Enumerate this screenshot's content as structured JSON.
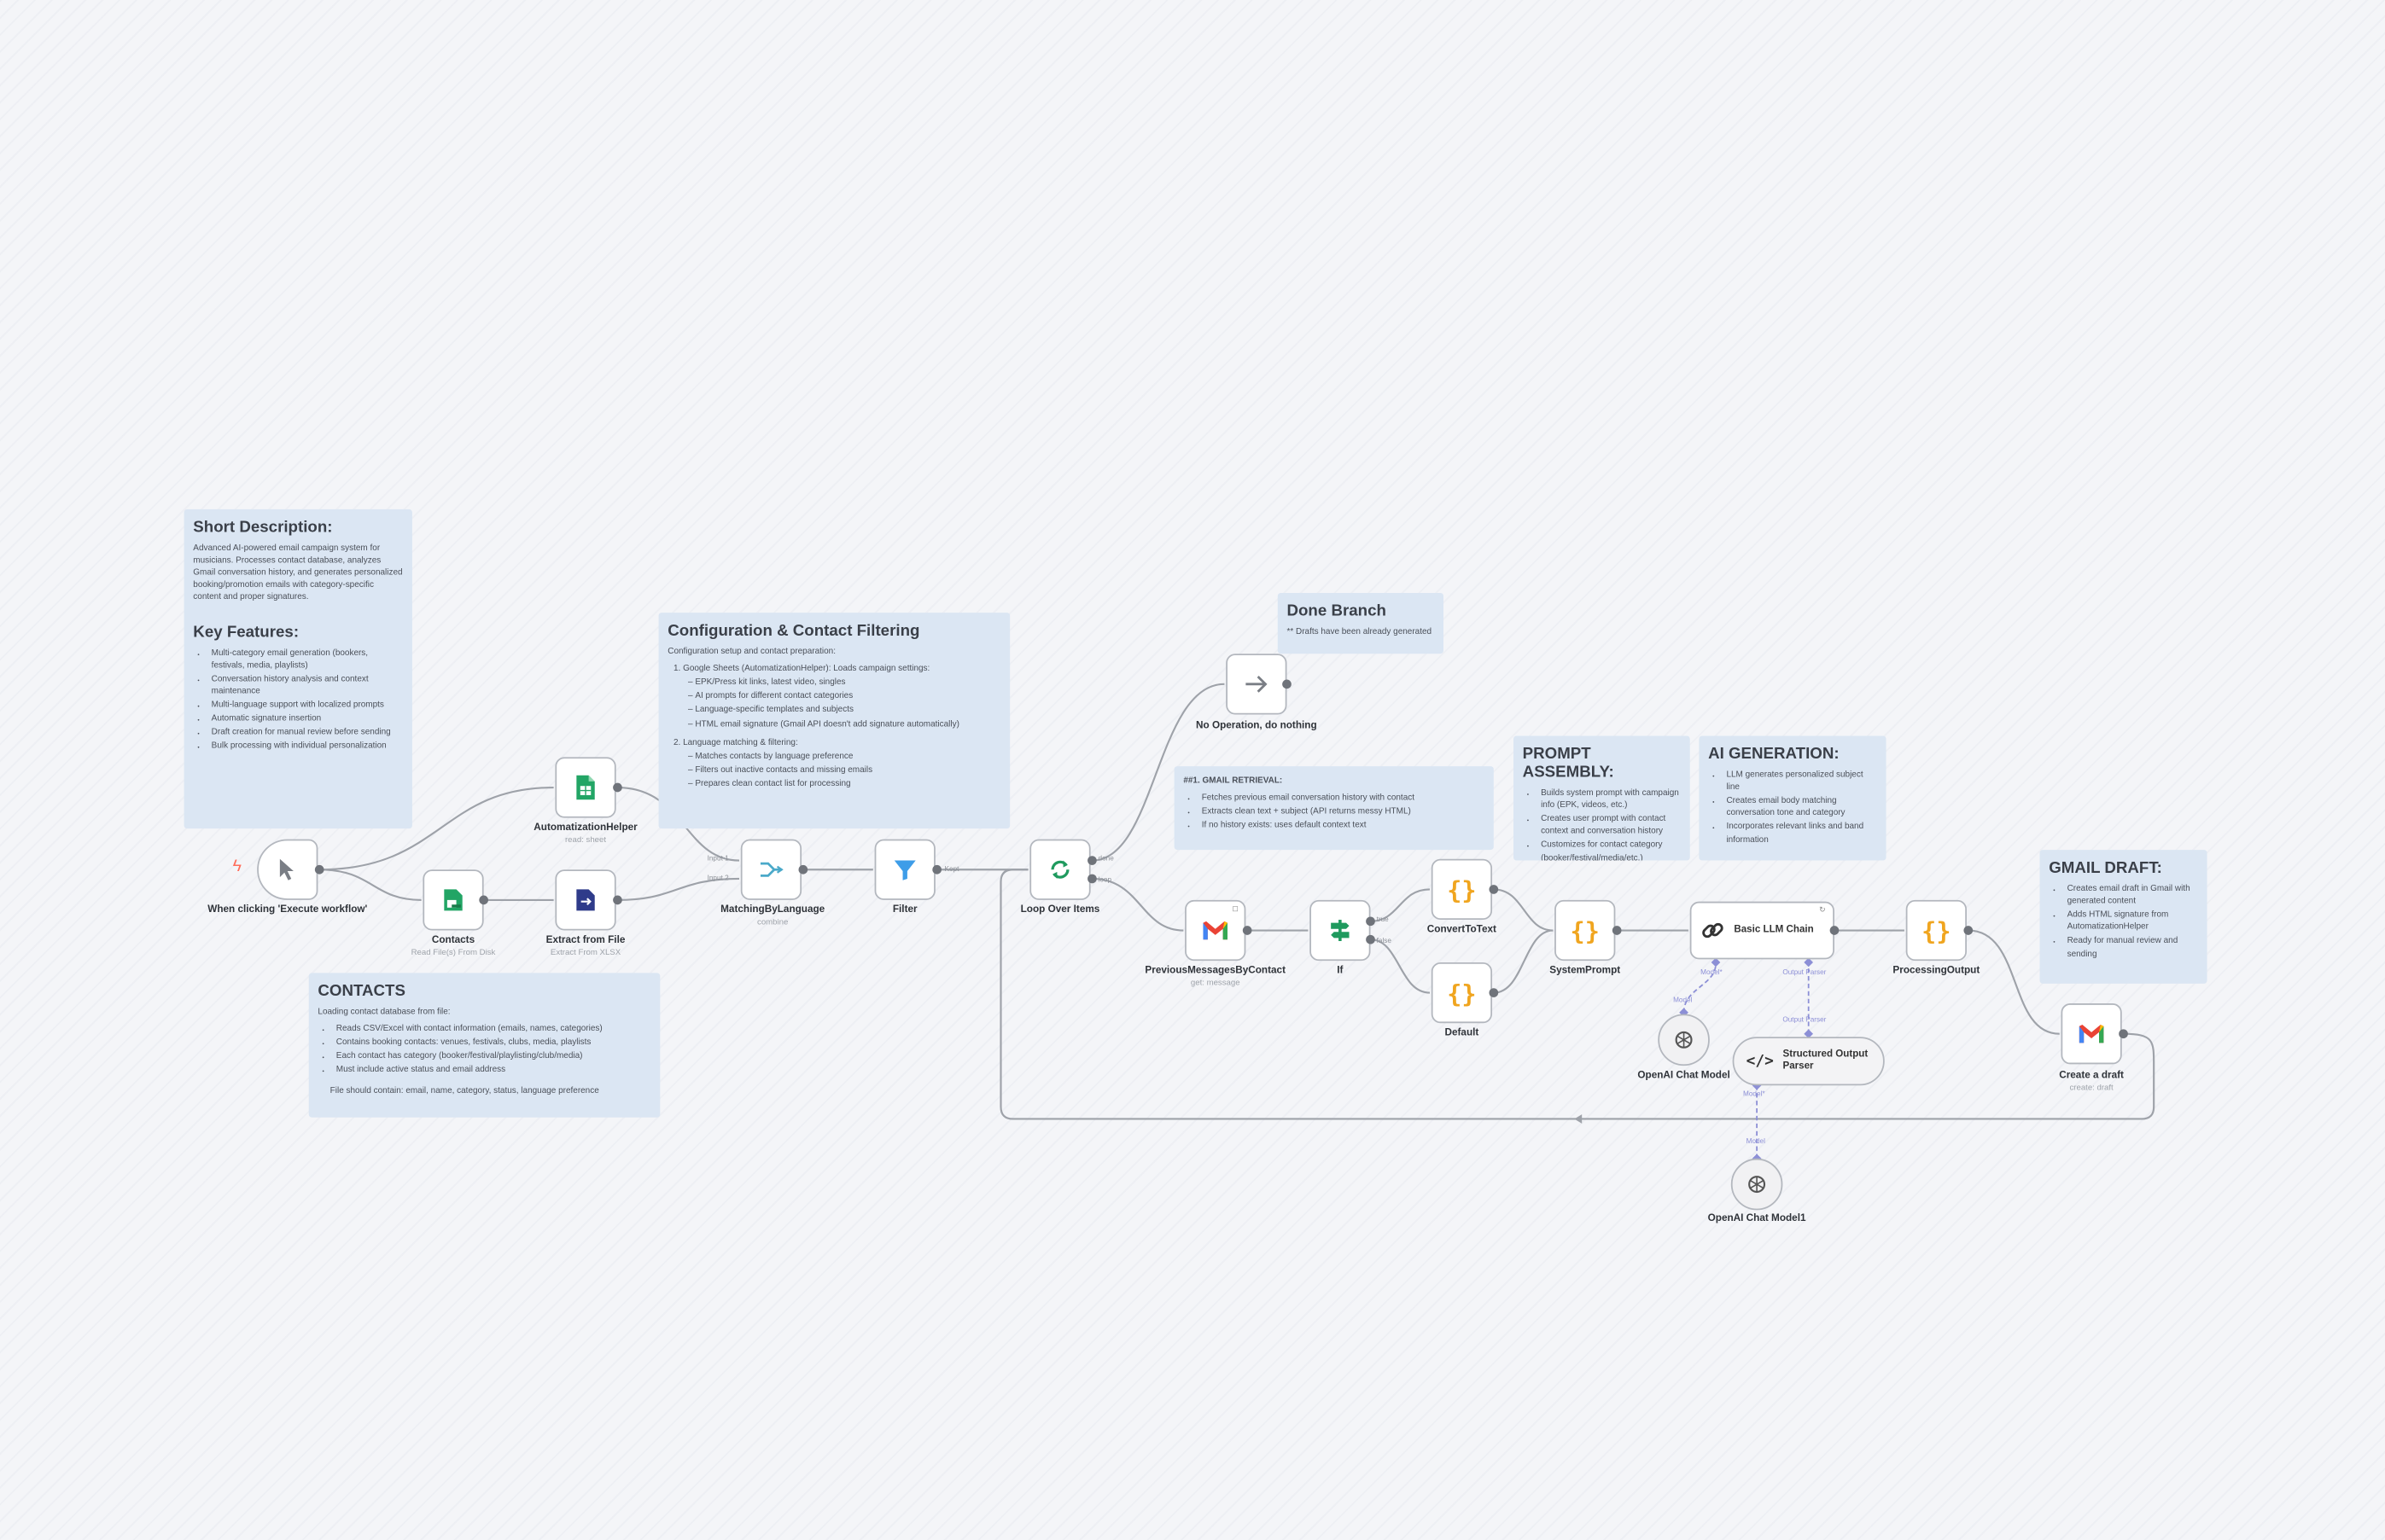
{
  "notes": {
    "short": {
      "title": "Short Description:",
      "body": "Advanced AI-powered email campaign system for musicians. Processes contact database, analyzes Gmail conversation history, and generates personalized booking/promotion emails with category-specific content and proper signatures.",
      "features_title": "Key Features:",
      "features": [
        "Multi-category email generation (bookers, festivals, media, playlists)",
        "Conversation history analysis and context maintenance",
        "Multi-language support with localized prompts",
        "Automatic signature insertion",
        "Draft creation for manual review before sending",
        "Bulk processing with individual personalization"
      ]
    },
    "config": {
      "title": "Configuration & Contact Filtering",
      "intro": "Configuration setup and contact preparation:",
      "step1": "Google Sheets (AutomatizationHelper): Loads campaign settings:",
      "step1_items": [
        "EPK/Press kit links, latest video, singles",
        "AI prompts for different contact categories",
        "Language-specific templates and subjects",
        "HTML email signature (Gmail API doesn't add signature automatically)"
      ],
      "step2": "Language matching & filtering:",
      "step2_items": [
        "Matches contacts by language preference",
        "Filters out inactive contacts and missing emails",
        "Prepares clean contact list for processing"
      ]
    },
    "done": {
      "title": "Done Branch",
      "body": "** Drafts have been already generated"
    },
    "gmail_retrieval": {
      "title": "##1. GMAIL RETRIEVAL:",
      "items": [
        "Fetches previous email conversation history with contact",
        "Extracts clean text + subject (API returns messy HTML)",
        "If no history exists: uses default context text"
      ]
    },
    "prompt": {
      "title": "PROMPT ASSEMBLY:",
      "items": [
        "Builds system prompt with campaign info (EPK, videos, etc.)",
        "Creates user prompt with contact context and conversation history",
        "Customizes for contact category (booker/festival/media/etc.)"
      ]
    },
    "ai": {
      "title": "AI GENERATION:",
      "items": [
        "LLM generates personalized subject line",
        "Creates email body matching conversation tone and category",
        "Incorporates relevant links and band information"
      ]
    },
    "gmail_draft": {
      "title": "GMAIL DRAFT:",
      "items": [
        "Creates email draft in Gmail with generated content",
        "Adds HTML signature from AutomatizationHelper",
        "Ready for manual review and sending"
      ]
    },
    "contacts": {
      "title": "CONTACTS",
      "intro": "Loading contact database from file:",
      "items": [
        "Reads CSV/Excel with contact information (emails, names, categories)",
        "Contains booking contacts: venues, festivals, clubs, media, playlists",
        "Each contact has category (booker/festival/playlisting/club/media)",
        "Must include active status and email address"
      ],
      "footer": "File should contain: email, name, category, status, language preference"
    }
  },
  "nodes": {
    "trigger": {
      "label": "When clicking 'Execute workflow'",
      "icon": "cursor-icon"
    },
    "helper": {
      "label": "AutomatizationHelper",
      "sub": "read: sheet",
      "icon": "google-sheets-icon",
      "color": "#22a565"
    },
    "contacts": {
      "label": "Contacts",
      "sub": "Read File(s) From Disk",
      "icon": "file-sheet-icon",
      "color": "#22a565"
    },
    "extract": {
      "label": "Extract from File",
      "sub": "Extract From XLSX",
      "icon": "file-extract-icon",
      "color": "#2f3b8a"
    },
    "matching": {
      "label": "MatchingByLanguage",
      "sub": "combine",
      "icon": "merge-icon",
      "color": "#4aa9c9"
    },
    "filter": {
      "label": "Filter",
      "icon": "filter-icon",
      "color": "#3e9de8"
    },
    "loop": {
      "label": "Loop Over Items",
      "icon": "loop-icon",
      "color": "#1f9a5e"
    },
    "noop": {
      "label": "No Operation, do nothing",
      "icon": "arrow-right-icon"
    },
    "prev": {
      "label": "PreviousMessagesByContact",
      "sub": "get: message",
      "icon": "gmail-icon"
    },
    "if": {
      "label": "If",
      "icon": "if-icon",
      "color": "#1f9a5e"
    },
    "convert": {
      "label": "ConvertToText",
      "icon": "code-braces-icon",
      "color": "#f0a51f"
    },
    "default": {
      "label": "Default",
      "icon": "code-braces-icon",
      "color": "#f0a51f"
    },
    "system": {
      "label": "SystemPrompt",
      "icon": "code-braces-icon",
      "color": "#f0a51f"
    },
    "llm": {
      "label": "Basic LLM Chain",
      "icon": "chain-link-icon"
    },
    "processing": {
      "label": "ProcessingOutput",
      "icon": "code-braces-icon",
      "color": "#f0a51f"
    },
    "draft": {
      "label": "Create a draft",
      "sub": "create: draft",
      "icon": "gmail-icon"
    },
    "openai": {
      "label": "OpenAI Chat Model",
      "icon": "openai-icon"
    },
    "parser": {
      "label": "Structured Output Parser",
      "icon": "code-tag-icon"
    },
    "openai1": {
      "label": "OpenAI Chat Model1",
      "icon": "openai-icon"
    }
  },
  "edge_labels": {
    "input1": "Input 1",
    "input2": "Input 2",
    "kept": "Kept",
    "done": "done",
    "loop": "loop",
    "true": "true",
    "false": "false",
    "model": "Model",
    "model_req": "Model*",
    "output_parser": "Output Parser"
  },
  "icons": {
    "trigger_bolt": "lightning-icon",
    "gmail_red": "#ea4335",
    "gmail_blue": "#4285f4",
    "gmail_green": "#34a853",
    "gmail_yellow": "#fbbc05",
    "subnode_purple": "#8c8fd6"
  }
}
